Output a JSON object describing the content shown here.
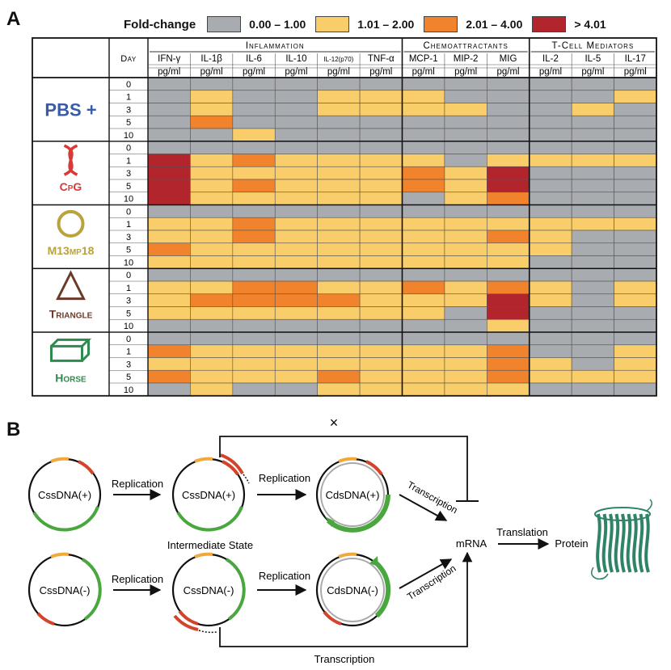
{
  "panel_a": {
    "letter": "A",
    "legend": {
      "title": "Fold-change",
      "items": [
        {
          "label": "0.00 – 1.00",
          "color": "#a8abb0"
        },
        {
          "label": "1.01 – 2.00",
          "color": "#f8cd6a"
        },
        {
          "label": "2.01 – 4.00",
          "color": "#f0832b"
        },
        {
          "label": "> 4.01",
          "color": "#b3252d"
        }
      ]
    },
    "day_header": "Day",
    "groups": [
      {
        "label": "Inflammation",
        "span": 6
      },
      {
        "label": "Chemoattractants",
        "span": 3
      },
      {
        "label": "T-Cell Mediators",
        "span": 3
      }
    ],
    "columns": [
      "IFN-γ",
      "IL-1β",
      "IL-6",
      "IL-10",
      "IL-12(p70)",
      "TNF-α",
      "MCP-1",
      "MIP-2",
      "MIG",
      "IL-2",
      "IL-5",
      "IL-17"
    ],
    "unit": "pg/ml",
    "days": [
      "0",
      "1",
      "3",
      "5",
      "10"
    ],
    "conditions": [
      {
        "label": "PBS +",
        "color": "#3a5ba8",
        "icon": "plus-icon"
      },
      {
        "label": "CpG",
        "color": "#d93a36",
        "icon": "dna-helix-icon"
      },
      {
        "label": "M13mp18",
        "color": "#b8a33c",
        "icon": "circle-icon"
      },
      {
        "label": "Triangle",
        "color": "#6b3a2a",
        "icon": "triangle-icon"
      },
      {
        "label": "Horse",
        "color": "#2e8a4e",
        "icon": "box-icon"
      }
    ],
    "cells": [
      [
        [
          0,
          0,
          0,
          0,
          0,
          0,
          0,
          0,
          0,
          0,
          0,
          0
        ],
        [
          0,
          1,
          0,
          0,
          1,
          1,
          1,
          0,
          0,
          0,
          0,
          1
        ],
        [
          0,
          1,
          0,
          0,
          1,
          1,
          1,
          1,
          0,
          0,
          1,
          0
        ],
        [
          0,
          2,
          0,
          0,
          0,
          0,
          0,
          0,
          0,
          0,
          0,
          0
        ],
        [
          0,
          0,
          1,
          0,
          0,
          0,
          0,
          0,
          0,
          0,
          0,
          0
        ]
      ],
      [
        [
          0,
          0,
          0,
          0,
          0,
          0,
          0,
          0,
          0,
          0,
          0,
          0
        ],
        [
          3,
          1,
          2,
          1,
          1,
          1,
          1,
          0,
          1,
          1,
          1,
          1
        ],
        [
          3,
          1,
          1,
          1,
          1,
          1,
          2,
          1,
          3,
          0,
          0,
          0
        ],
        [
          3,
          1,
          2,
          1,
          1,
          1,
          2,
          1,
          3,
          0,
          0,
          0
        ],
        [
          3,
          1,
          1,
          1,
          1,
          1,
          0,
          1,
          2,
          0,
          0,
          0
        ]
      ],
      [
        [
          0,
          0,
          0,
          0,
          0,
          0,
          0,
          0,
          0,
          0,
          0,
          0
        ],
        [
          1,
          1,
          2,
          1,
          1,
          1,
          1,
          1,
          1,
          1,
          1,
          1
        ],
        [
          1,
          1,
          2,
          1,
          1,
          1,
          1,
          1,
          2,
          1,
          0,
          0
        ],
        [
          2,
          1,
          1,
          1,
          1,
          1,
          1,
          1,
          1,
          1,
          0,
          0
        ],
        [
          1,
          1,
          1,
          1,
          1,
          1,
          1,
          1,
          1,
          0,
          0,
          0
        ]
      ],
      [
        [
          0,
          0,
          0,
          0,
          0,
          0,
          0,
          0,
          0,
          0,
          0,
          0
        ],
        [
          1,
          1,
          2,
          2,
          1,
          1,
          2,
          1,
          2,
          1,
          0,
          1
        ],
        [
          1,
          2,
          2,
          2,
          2,
          1,
          1,
          1,
          3,
          1,
          0,
          1
        ],
        [
          1,
          1,
          1,
          1,
          1,
          1,
          1,
          0,
          3,
          0,
          0,
          0
        ],
        [
          0,
          0,
          0,
          0,
          0,
          0,
          0,
          0,
          1,
          0,
          0,
          0
        ]
      ],
      [
        [
          0,
          0,
          0,
          0,
          0,
          0,
          0,
          0,
          0,
          0,
          0,
          0
        ],
        [
          2,
          1,
          1,
          1,
          1,
          1,
          1,
          1,
          2,
          0,
          0,
          1
        ],
        [
          1,
          1,
          1,
          1,
          1,
          1,
          1,
          1,
          2,
          1,
          0,
          1
        ],
        [
          2,
          1,
          1,
          1,
          2,
          1,
          1,
          1,
          2,
          1,
          1,
          1
        ],
        [
          0,
          1,
          0,
          0,
          1,
          1,
          1,
          1,
          1,
          0,
          0,
          0
        ]
      ]
    ]
  },
  "panel_b": {
    "letter": "B",
    "top_row": {
      "c1": "CssDNA(+)",
      "arrow1": "Replication",
      "c2": "CssDNA(+)",
      "arrow2": "Replication",
      "c3": "CdsDNA(+)",
      "transcription": "Transcription",
      "blocked_mark": "×",
      "intermediate": "Intermediate State"
    },
    "bottom_row": {
      "c1": "CssDNA(-)",
      "arrow1": "Replication",
      "c2": "CssDNA(-)",
      "arrow2": "Replication",
      "c3": "CdsDNA(-)",
      "transcription": "Transcription",
      "bottom_transcription": "Transcription"
    },
    "mrna": "mRNA",
    "translation": "Translation",
    "protein": "Protein",
    "colors": {
      "orange": "#f0a93a",
      "red": "#d2452c",
      "green": "#4aa73f",
      "gray": "#a9a9a9",
      "protein": "#2f8467"
    }
  }
}
